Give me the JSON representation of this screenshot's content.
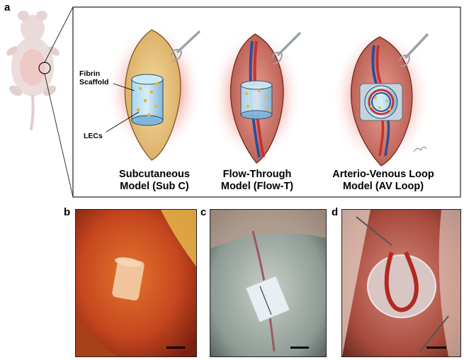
{
  "panels": {
    "a": "a",
    "b": "b",
    "c": "c",
    "d": "d"
  },
  "annotations": {
    "scaffold": [
      "Fibrin",
      "Scaffold"
    ],
    "cells": "LECs"
  },
  "models": [
    {
      "line1": "Subcutaneous",
      "line2": "Model (Sub C)"
    },
    {
      "line1": "Flow-Through",
      "line2": "Model (Flow-T)"
    },
    {
      "line1": "Arterio-Venous Loop",
      "line2": "Model  (AV Loop)"
    }
  ],
  "colors": {
    "fat": "#e8c77e",
    "tissue": "#c96a5c",
    "artery": "#c8322d",
    "vein": "#2c4f9a",
    "scaffold": "#8fc8e8"
  }
}
